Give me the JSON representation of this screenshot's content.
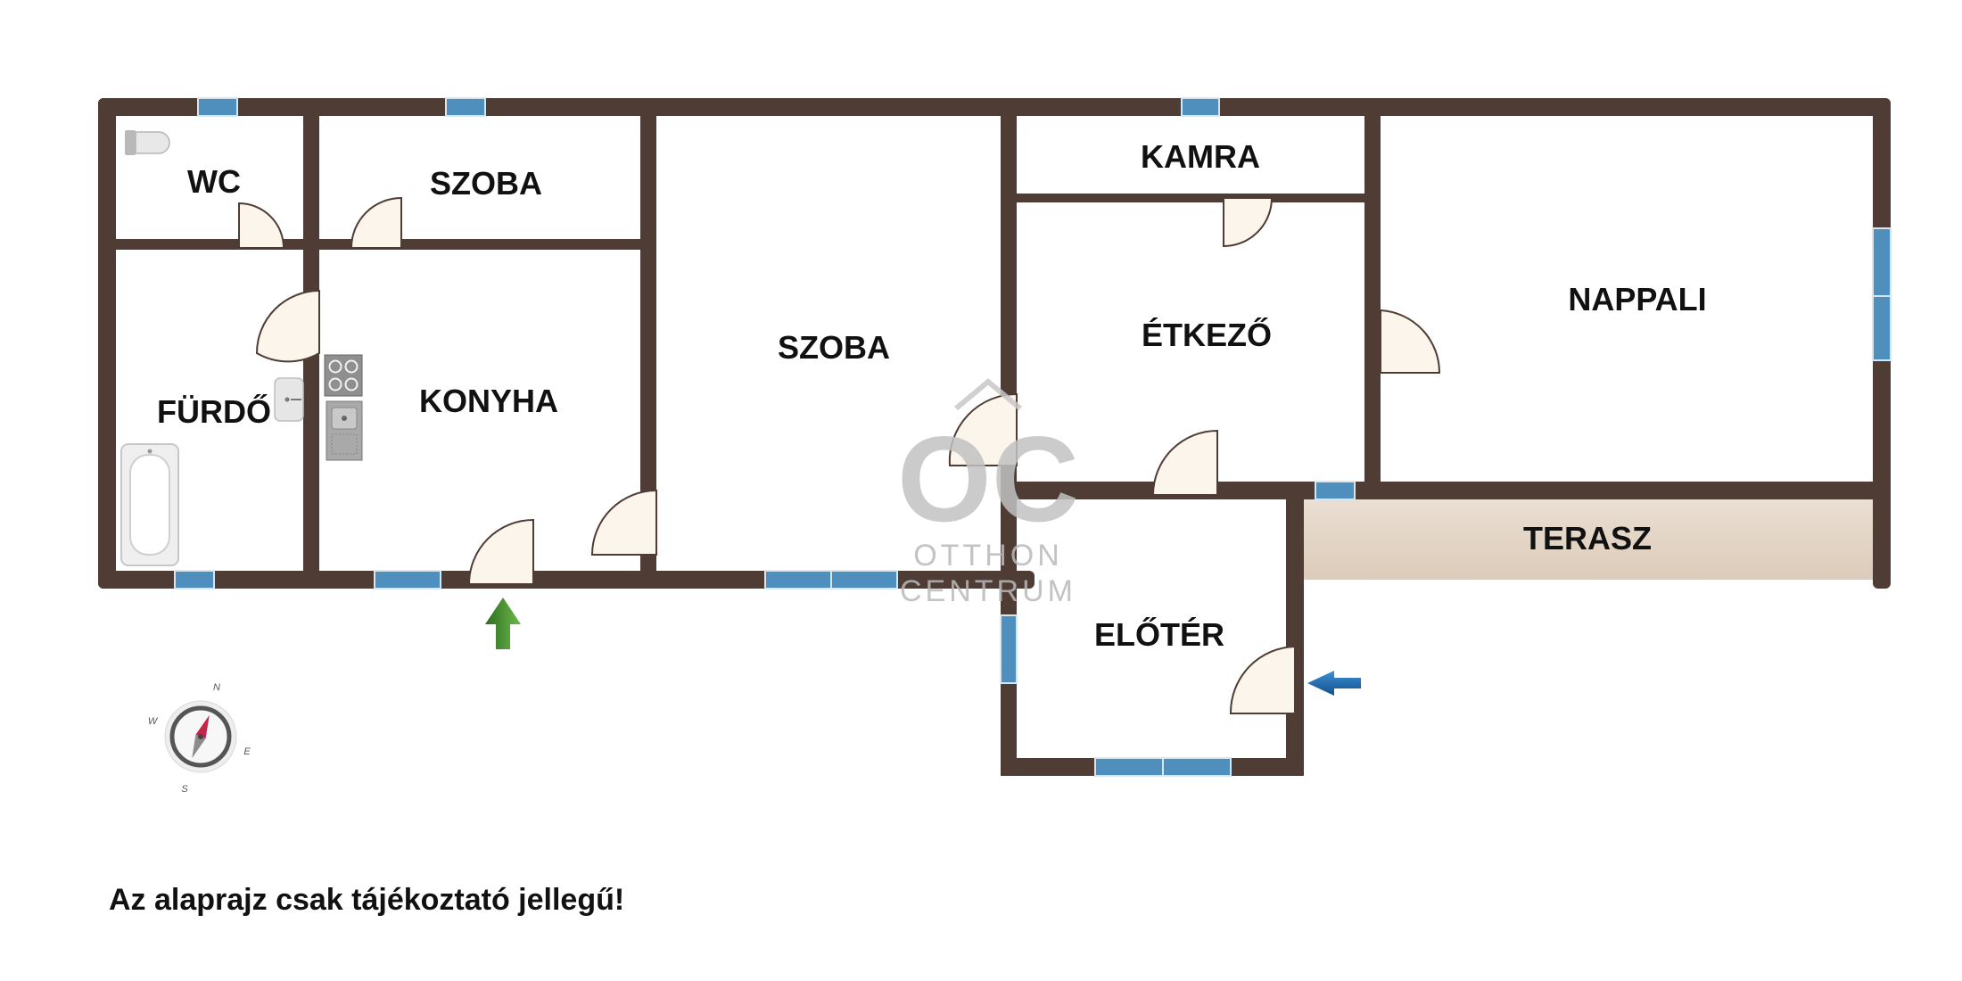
{
  "rooms": {
    "wc": "WC",
    "szoba_small": "SZOBA",
    "szoba_large": "SZOBA",
    "kamra": "KAMRA",
    "nappali": "NAPPALI",
    "etkezo": "ÉTKEZŐ",
    "furdo": "FÜRDŐ",
    "konyha": "KONYHA",
    "terasz": "TERASZ",
    "eloter": "ELŐTÉR"
  },
  "watermark": {
    "logo": "OC",
    "line1": "OTTHON",
    "line2": "CENTRUM"
  },
  "compass": {
    "n": "N",
    "s": "S",
    "e": "E",
    "w": "W"
  },
  "disclaimer": "Az alaprajz csak tájékoztató jellegű!",
  "colors": {
    "wall": "#4e3c35",
    "window": "#4f8fbd",
    "terrace": "#e3d6c8",
    "entry_arrow_green": "#3e8a2e",
    "entry_arrow_blue": "#1f6fb8"
  }
}
